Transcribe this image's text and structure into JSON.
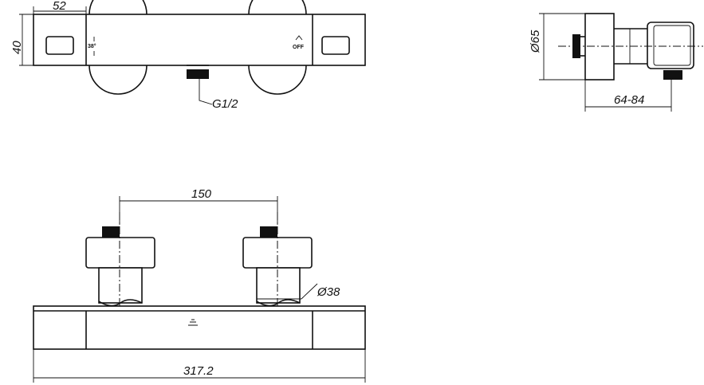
{
  "dimensions": {
    "top_width": "52",
    "top_height": "40",
    "thread": "G1/2",
    "side_diameter": "Ø65",
    "side_depth": "64-84",
    "centers": "150",
    "body_diameter": "Ø38",
    "total_length": "317.2"
  },
  "control_labels": {
    "temp": "38°",
    "off": "OFF"
  }
}
